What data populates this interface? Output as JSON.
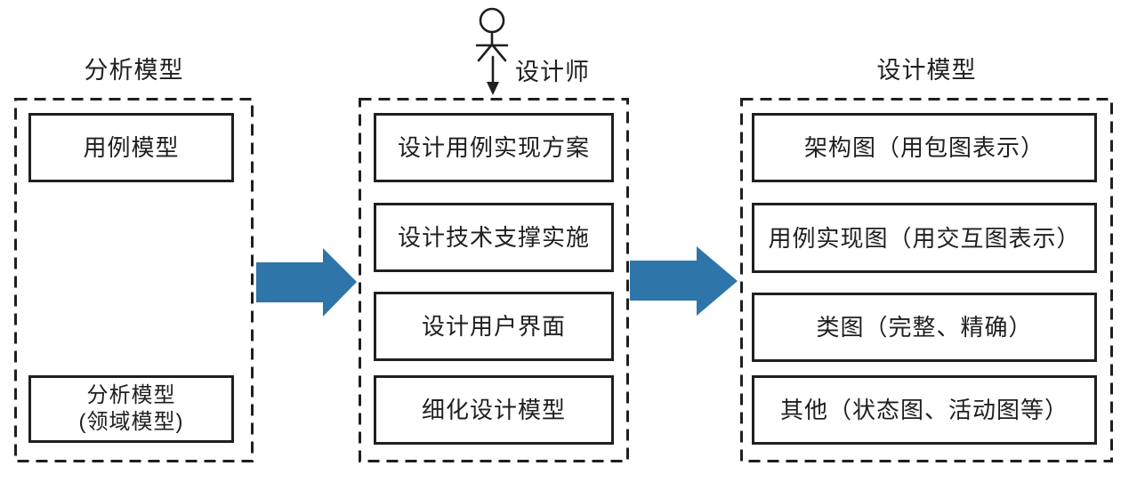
{
  "diagram": {
    "colors": {
      "background": "#ffffff",
      "line": "#1f1f1f",
      "arrow": "#2E76A9"
    },
    "icons": {
      "actor": "uml-actor-stick-figure",
      "actor_arrow": "down-arrow",
      "flow_arrow": "right-block-arrow"
    },
    "actor": {
      "label": "设计师"
    },
    "analysis": {
      "title": "分析模型",
      "use_case_model": "用例模型",
      "analysis_model_line1": "分析模型",
      "analysis_model_line2": "(领域模型)"
    },
    "designer": {
      "steps": [
        "设计用例实现方案",
        "设计技术支撑实施",
        "设计用户界面",
        "细化设计模型"
      ]
    },
    "design": {
      "title": "设计模型",
      "outputs": [
        "架构图（用包图表示）",
        "用例实现图（用交互图表示）",
        "类图（完整、精确）",
        "其他（状态图、活动图等）"
      ]
    }
  }
}
